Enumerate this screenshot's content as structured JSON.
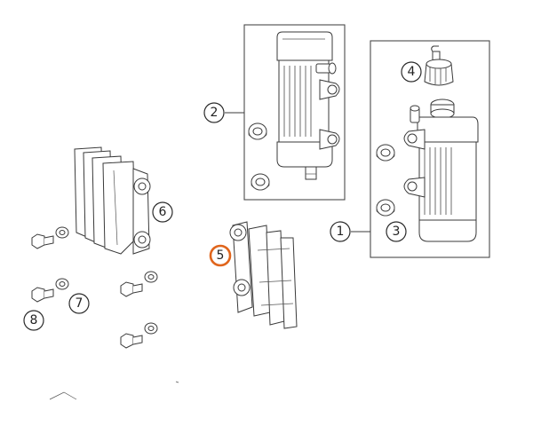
{
  "callouts": {
    "c1": "1",
    "c2": "2",
    "c3": "3",
    "c4": "4",
    "c5": "5",
    "c6": "6",
    "c7": "7",
    "c8": "8"
  },
  "colors": {
    "line": "#3a3a3a",
    "highlight": "#e0651c",
    "background": "#ffffff"
  }
}
